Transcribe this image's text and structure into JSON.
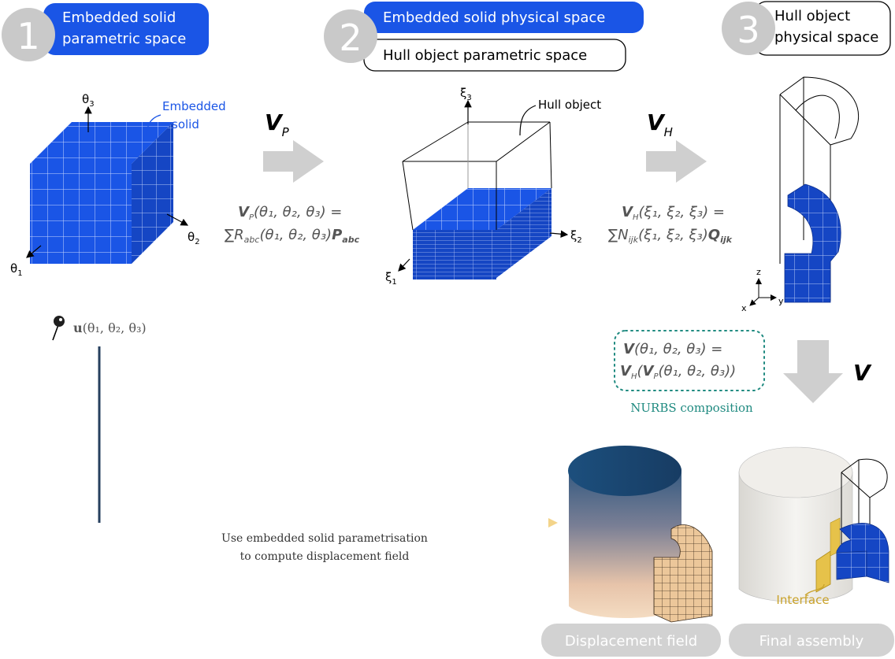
{
  "colors": {
    "blue": "#1a55e6",
    "step_gray": "#c9c9c9",
    "arrow_gray": "#cfcfcf",
    "formula_gray": "#555555",
    "teal": "#1f8a80",
    "gold": "#e6c24a",
    "navy": "#1f3a5f"
  },
  "steps": [
    {
      "number": "1",
      "labels": [
        "Embedded solid",
        "parametric space"
      ]
    },
    {
      "number": "2",
      "label_top": "Embedded solid physical space",
      "label_bottom": "Hull object parametric space"
    },
    {
      "number": "3",
      "labels": [
        "Hull object",
        "physical space"
      ]
    }
  ],
  "panel1": {
    "axis_theta1": "θ",
    "axis_theta1_sub": "1",
    "axis_theta2": "θ",
    "axis_theta2_sub": "2",
    "axis_theta3": "θ",
    "axis_theta3_sub": "3",
    "callout": [
      "Embedded",
      "solid"
    ]
  },
  "panel2": {
    "axis_xi1": "ξ",
    "axis_xi1_sub": "1",
    "axis_xi2": "ξ",
    "axis_xi2_sub": "2",
    "axis_xi3": "ξ",
    "axis_xi3_sub": "3",
    "callout": "Hull object"
  },
  "panel3": {
    "axis_x": "x",
    "axis_y": "y",
    "axis_z": "z"
  },
  "maps": {
    "vp_letter": "V",
    "vp_sub": "P",
    "vh_letter": "V",
    "vh_sub": "H",
    "v_letter": "V",
    "formula_p_line1": "(θ₁, θ₂, θ₃) =",
    "formula_p_sum": "∑",
    "formula_p_R": "R",
    "formula_p_R_sub": "abc",
    "formula_p_args": "(θ₁, θ₂, θ₃)",
    "formula_p_P": "P",
    "formula_p_P_sub": "abc",
    "formula_h_line1": "(ξ₁, ξ₂, ξ₃) =",
    "formula_h_sum": "∑",
    "formula_h_N": "N",
    "formula_h_N_sub": "ijk",
    "formula_h_args": "(ξ₁, ξ₂, ξ₃)",
    "formula_h_Q": "Q",
    "formula_h_Q_sub": "ijk"
  },
  "composition": {
    "line1_rest": "(θ₁, θ₂, θ₃) =",
    "line2_open": "(",
    "line2_inner": "(θ₁, θ₂, θ₃))",
    "label": "NURBS composition"
  },
  "displacement": {
    "u_symbol": "u",
    "u_args": "(θ₁, θ₂, θ₃)",
    "caption_lines": [
      "Use embedded solid parametrisation",
      "to compute displacement field"
    ]
  },
  "results": {
    "interface_label": "Interface",
    "button_displacement": "Displacement field",
    "button_final": "Final assembly"
  }
}
